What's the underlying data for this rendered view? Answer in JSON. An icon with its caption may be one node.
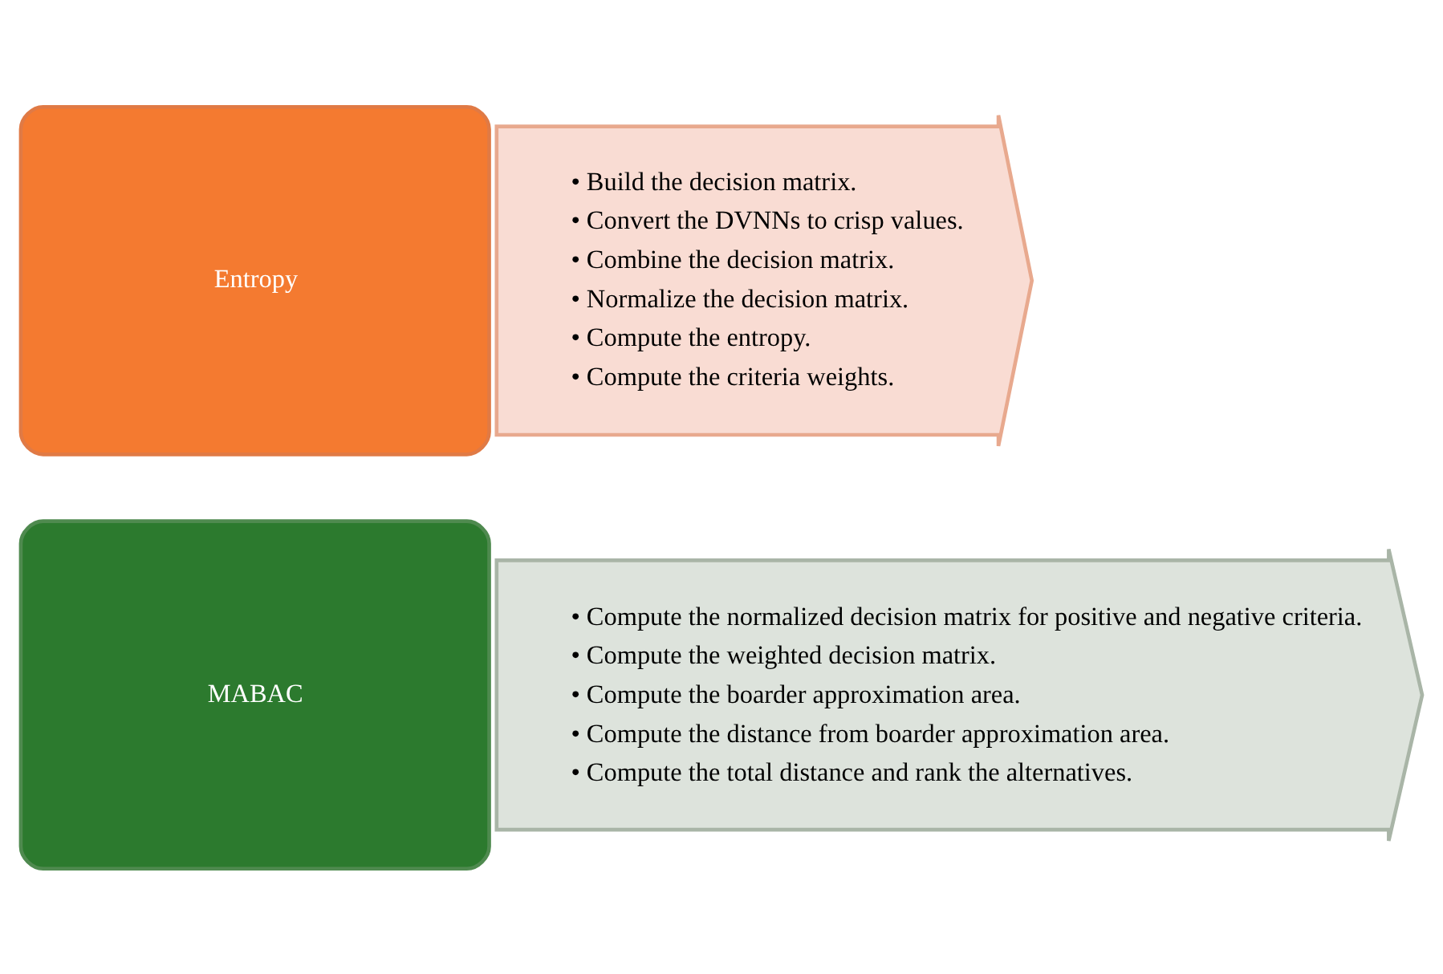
{
  "diagram": {
    "nodes": [
      {
        "text": [
          "Entropy"
        ]
      },
      {
        "text": [
          "• Build the decision matrix.",
          "• Convert the DVNNs to crisp values.",
          "• Combine the decision matrix.",
          "• Normalize the decision matrix.",
          "• Compute the entropy.",
          "• Compute the criteria weights."
        ]
      },
      {
        "text": [
          "MABAC"
        ]
      },
      {
        "text": [
          "• Compute the normalized decision matrix for positive and negative criteria.",
          "• Compute the weighted decision matrix.",
          "• Compute the boarder approximation area.",
          "• Compute the distance from boarder approximation area.",
          "• Compute the total distance and rank the alternatives."
        ]
      }
    ],
    "edges": []
  }
}
